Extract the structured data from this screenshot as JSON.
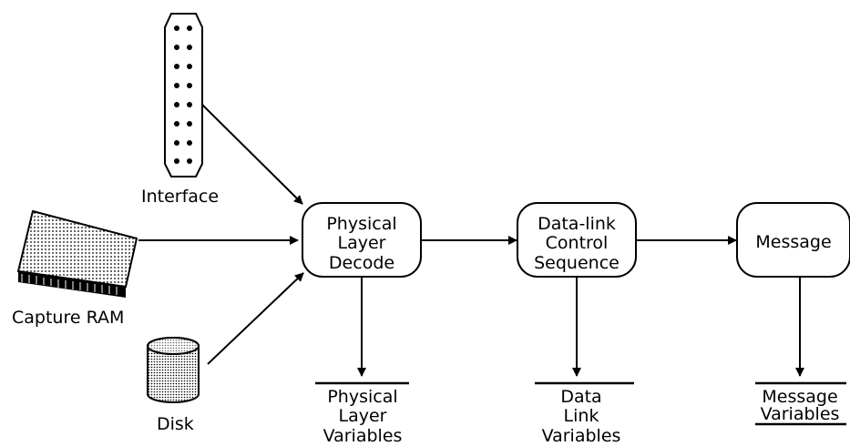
{
  "sources": {
    "interface": {
      "label": "Interface"
    },
    "capture_ram": {
      "label": "Capture RAM"
    },
    "disk": {
      "label": "Disk"
    }
  },
  "processes": {
    "physical_layer_decode": {
      "lines": [
        "Physical",
        "Layer",
        "Decode"
      ]
    },
    "data_link_control_sequence": {
      "lines": [
        "Data-link",
        "Control",
        "Sequence"
      ]
    },
    "message": {
      "lines": [
        "Message"
      ]
    }
  },
  "stores": {
    "physical_layer_variables": {
      "lines": [
        "Physical",
        "Layer",
        "Variables"
      ]
    },
    "data_link_variables": {
      "lines": [
        "Data",
        "Link",
        "Variables"
      ]
    },
    "message_variables": {
      "lines": [
        "Message",
        "Variables"
      ]
    }
  }
}
